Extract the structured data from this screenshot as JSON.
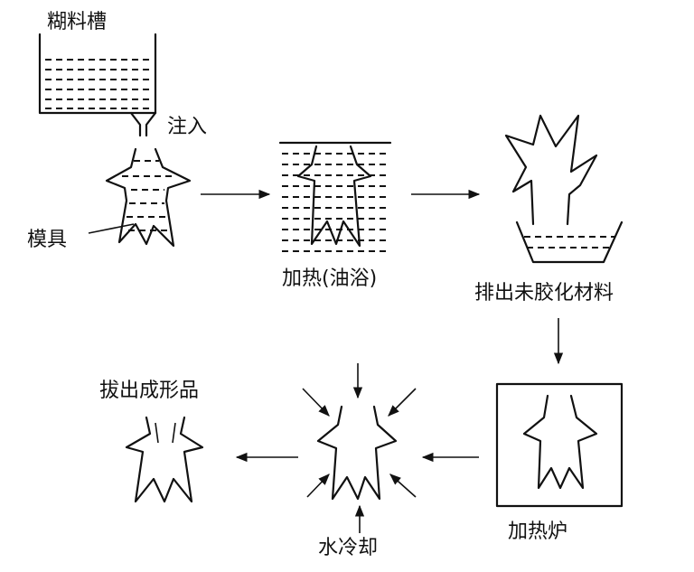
{
  "labels": {
    "tank": "糊料槽",
    "inject": "注入",
    "mold": "模具",
    "heating_oil_bath": "加热(油浴)",
    "drain": "排出未胶化材料",
    "furnace": "加热炉",
    "water_cool": "水冷却",
    "remove": "拔出成形品"
  }
}
